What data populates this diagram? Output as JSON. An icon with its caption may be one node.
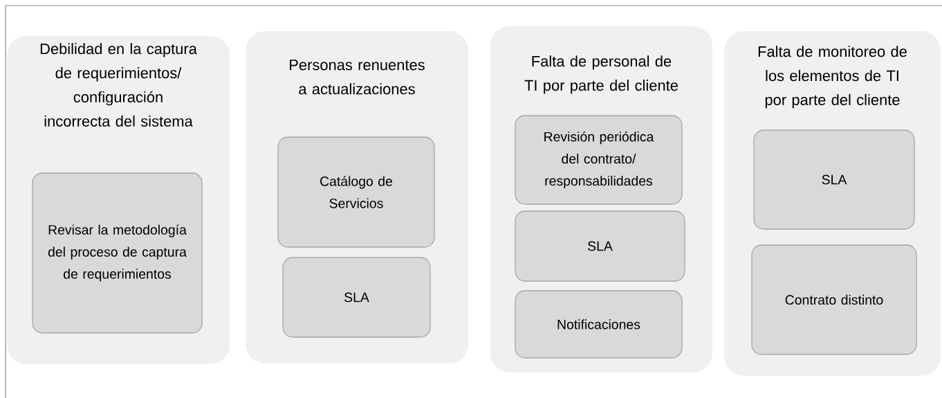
{
  "diagram": {
    "nodes": [
      {
        "text": [
          "Debilidad en la captura de requerimientos/ configuración incorrecta del sistema"
        ]
      },
      {
        "text": [
          "Revisar la metodología del proceso de captura de requerimientos"
        ],
        "in": 0
      },
      {
        "text": [
          "Personas renuentes a actualizaciones"
        ]
      },
      {
        "text": [
          "Catálogo de Servicios"
        ],
        "in": 2
      },
      {
        "text": [
          "SLA"
        ],
        "in": 2
      },
      {
        "text": [
          "Falta de personal de TI por parte del cliente"
        ]
      },
      {
        "text": [
          "Revisión periódica del contrato/ responsabilidades"
        ],
        "in": 5
      },
      {
        "text": [
          "SLA"
        ],
        "in": 5
      },
      {
        "text": [
          "Notificaciones"
        ],
        "in": 5
      },
      {
        "text": [
          "Falta de monitoreo de los elementos de TI por parte del cliente"
        ]
      },
      {
        "text": [
          "SLA"
        ],
        "in": 9
      },
      {
        "text": [
          "Contrato distinto"
        ],
        "in": 9
      }
    ]
  }
}
